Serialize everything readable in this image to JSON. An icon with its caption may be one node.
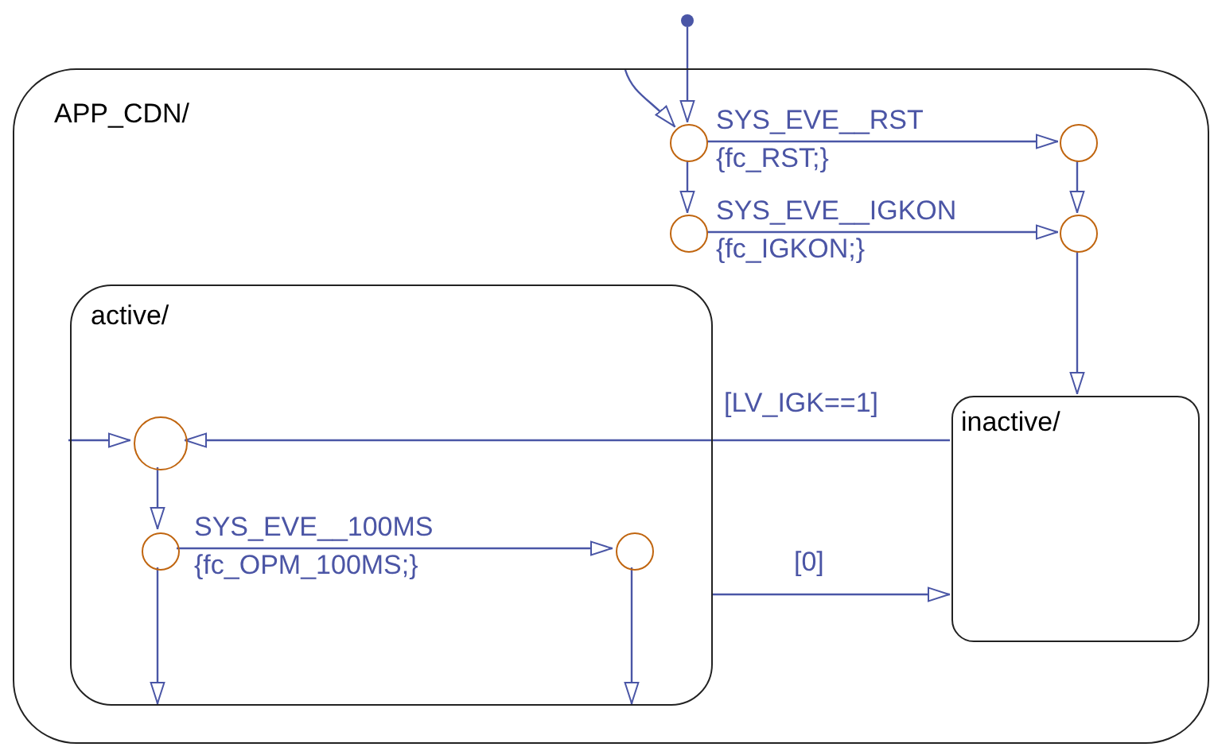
{
  "diagram": {
    "nodes": [
      {
        "text": [
          "APP_CDN/"
        ]
      },
      {
        "text": [],
        "shape": "dot"
      },
      {
        "text": [],
        "shape": "circle",
        "in": 0
      },
      {
        "text": [],
        "shape": "circle",
        "in": 0
      },
      {
        "text": [],
        "shape": "circle",
        "in": 0
      },
      {
        "text": [],
        "shape": "circle",
        "in": 0
      },
      {
        "text": [
          "active/"
        ],
        "in": 0
      },
      {
        "text": [
          "inactive/"
        ],
        "in": 0
      },
      {
        "text": [],
        "shape": "circle",
        "in": 6
      },
      {
        "text": [],
        "shape": "circle",
        "in": 6
      },
      {
        "text": [],
        "shape": "circle",
        "in": 6
      }
    ],
    "edges": [
      {
        "from": 1,
        "to": 2,
        "arrow": "to"
      },
      {
        "from": 0,
        "to": 2,
        "arrow": "to"
      },
      {
        "from": 2,
        "to": 3,
        "arrow": "to",
        "label": "SYS_EVE__RST {fc_RST;}"
      },
      {
        "from": 2,
        "to": 4,
        "arrow": "to"
      },
      {
        "from": 3,
        "to": 5,
        "arrow": "to"
      },
      {
        "from": 4,
        "to": 5,
        "arrow": "to",
        "label": "SYS_EVE__IGKON {fc_IGKON;}"
      },
      {
        "from": 5,
        "to": 7,
        "arrow": "to"
      },
      {
        "from": 7,
        "to": 8,
        "arrow": "to",
        "label": "[LV_IGK==1]"
      },
      {
        "from": 6,
        "to": 8,
        "arrow": "to"
      },
      {
        "from": 8,
        "to": 9,
        "arrow": "to"
      },
      {
        "from": 9,
        "to": 10,
        "arrow": "to",
        "label": "SYS_EVE__100MS {fc_OPM_100MS;}"
      },
      {
        "from": 9,
        "to": 6,
        "arrow": "to"
      },
      {
        "from": 10,
        "to": 6,
        "arrow": "to"
      },
      {
        "from": 6,
        "to": 7,
        "arrow": "to",
        "label": "[0]"
      }
    ]
  }
}
